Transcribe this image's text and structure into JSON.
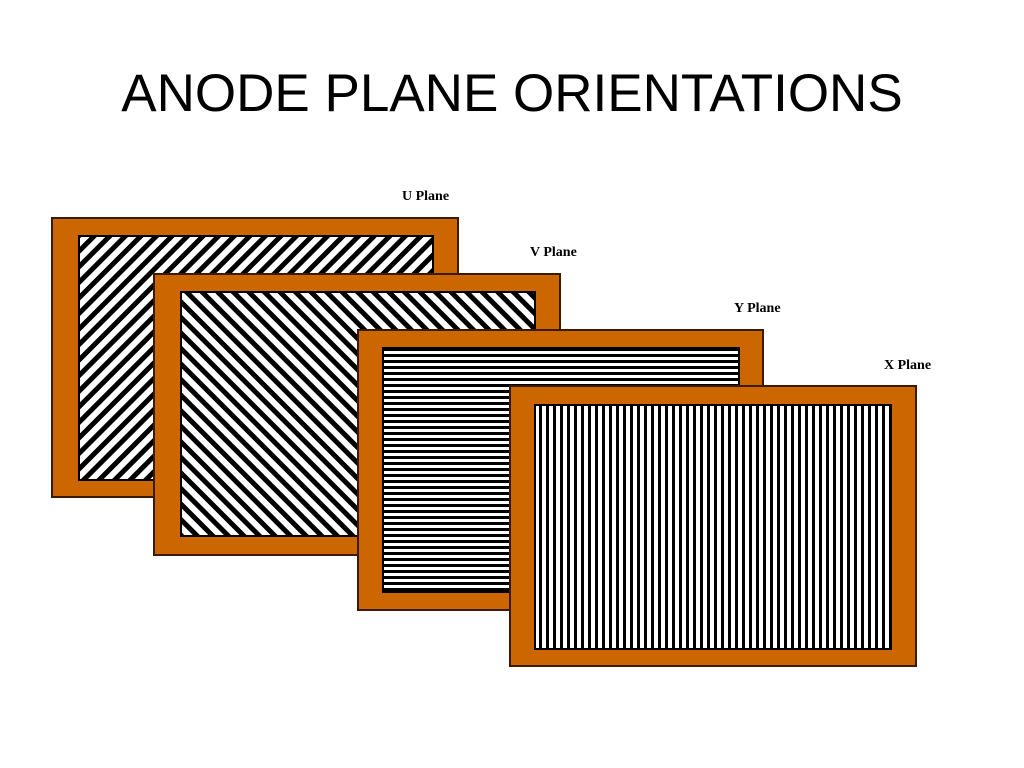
{
  "slide": {
    "title": "ANODE PLANE ORIENTATIONS"
  },
  "colors": {
    "frame": "#CC6600",
    "frame_border": "#3a1a00",
    "wire": "#000000",
    "background": "#FFFFFF"
  },
  "planes": [
    {
      "id": "u",
      "label": "U Plane",
      "wire_orientation": "diagonal-up"
    },
    {
      "id": "v",
      "label": "V Plane",
      "wire_orientation": "diagonal-down"
    },
    {
      "id": "y",
      "label": "Y Plane",
      "wire_orientation": "horizontal"
    },
    {
      "id": "x",
      "label": "X Plane",
      "wire_orientation": "vertical"
    }
  ]
}
